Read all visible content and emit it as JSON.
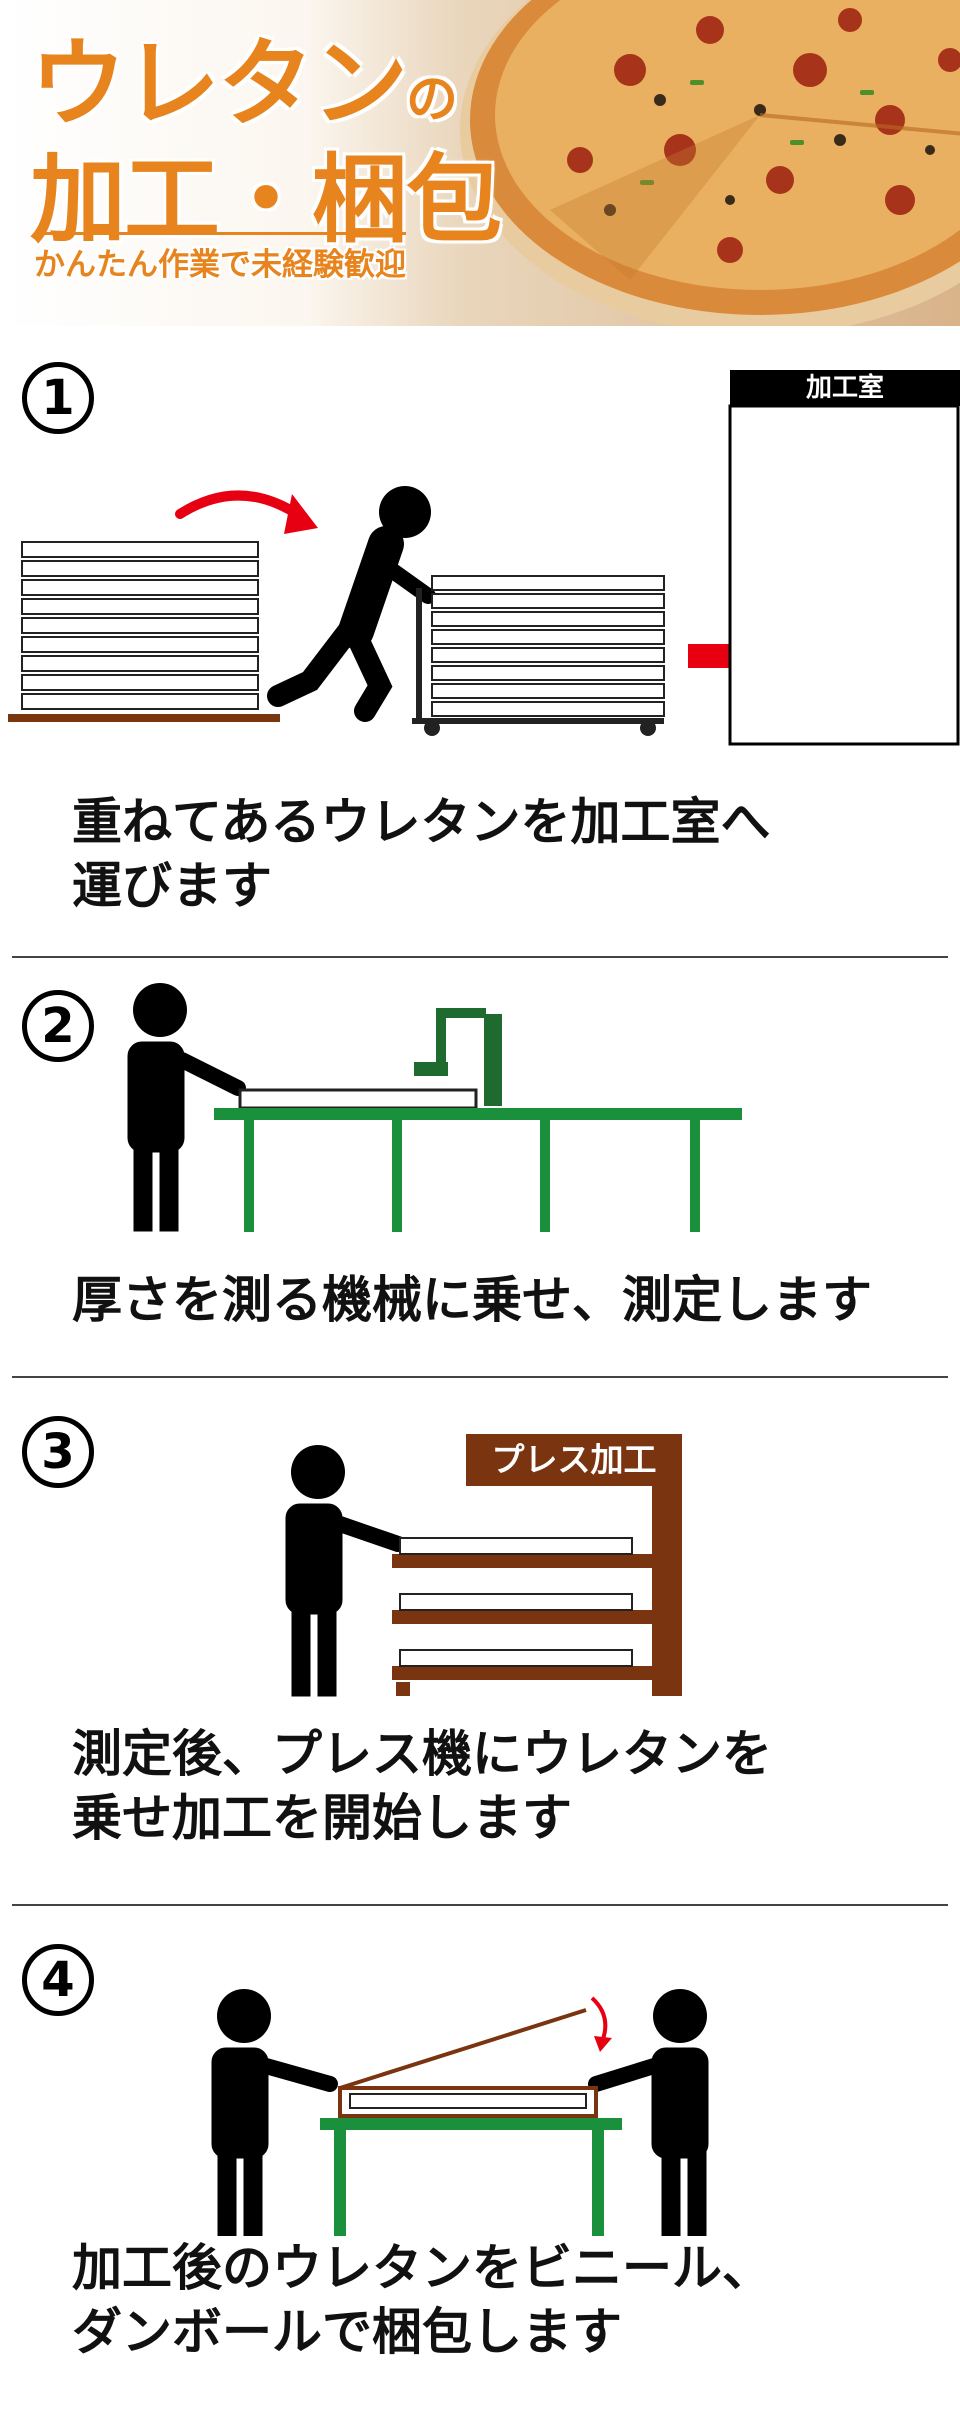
{
  "hero": {
    "title_line1": "ウレタン",
    "title_no": "の",
    "title_line2": "加工・梱包",
    "subtitle": "かんたん作業で未経験歓迎"
  },
  "steps": [
    {
      "number": "1",
      "label": "加工室",
      "caption_line1": "重ねてあるウレタンを加工室へ",
      "caption_line2": "運びます"
    },
    {
      "number": "2",
      "caption_line1": "厚さを測る機械に乗せ、測定します"
    },
    {
      "number": "3",
      "label": "プレス加工",
      "caption_line1": "測定後、プレス機にウレタンを",
      "caption_line2": "乗せ加工を開始します"
    },
    {
      "number": "4",
      "caption_line1": "加工後のウレタンをビニール、",
      "caption_line2": "ダンボールで梱包します"
    }
  ],
  "colors": {
    "accent": "#e7841d",
    "green": "#1a8f3c",
    "brown": "#7a3410",
    "arrow_red": "#e60012"
  }
}
